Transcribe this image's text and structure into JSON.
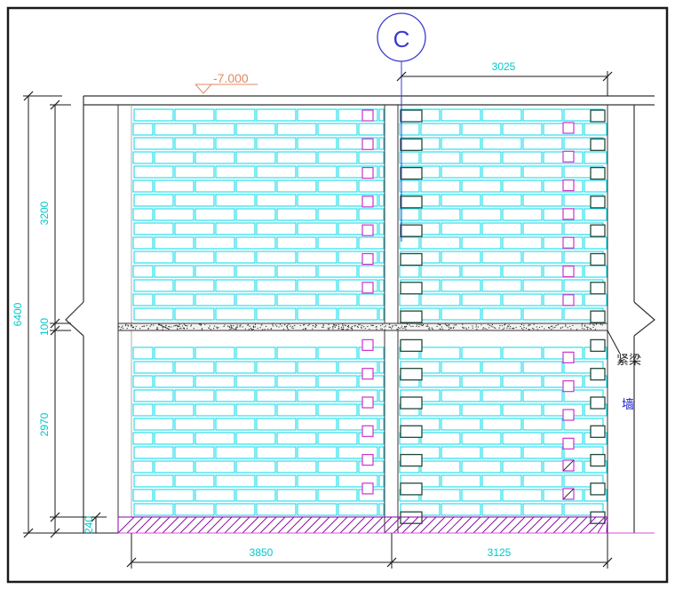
{
  "colors": {
    "frame": "#1a1a1a",
    "brick": "#00d8e8",
    "pink_block": "#cc33cc",
    "dim_text": "#00c0c0",
    "elevation": "#e08a66",
    "axis_circle": "#3a3ad0",
    "hatch": "#8a00aa",
    "blue_text": "#1a1acc"
  },
  "drawing": {
    "axis_label": "C",
    "elevation": "-7.000",
    "dims": {
      "top": "3025",
      "left_total": "6400",
      "left_upper": "3200",
      "left_band": "100",
      "left_lower": "2970",
      "left_bottom": "240",
      "bottom_left": "3850",
      "bottom_right": "3125"
    },
    "labels": {
      "label_a": "紧梁",
      "label_b": "墙"
    }
  }
}
